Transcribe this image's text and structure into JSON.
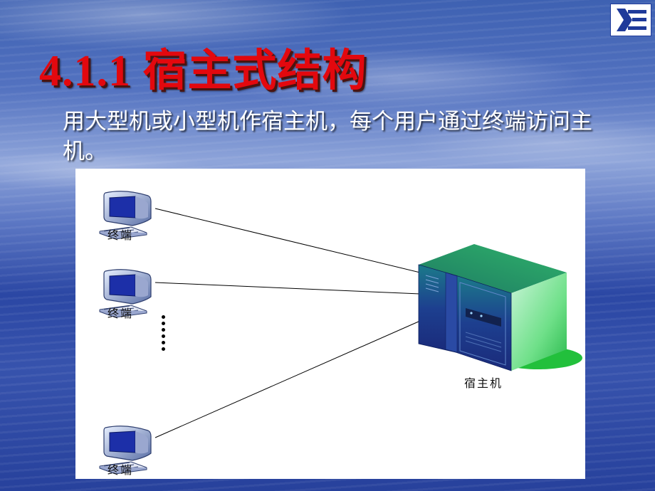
{
  "slide": {
    "title": "4.1.1 宿主式结构",
    "description": "用大型机或小型机作宿主机，每个用户通过终端访问主机。"
  },
  "diagram": {
    "terminals": [
      {
        "label": "终端"
      },
      {
        "label": "终端"
      },
      {
        "label": "终端"
      }
    ],
    "host": {
      "label": "宿主机"
    }
  },
  "colors": {
    "title": "#e3080e",
    "text": "#ffffff",
    "background": "#3753ad",
    "host_accent": "#1fb84a"
  },
  "icons": {
    "logo": "institution-logo",
    "terminal": "terminal-computer-icon",
    "host": "host-server-icon"
  }
}
